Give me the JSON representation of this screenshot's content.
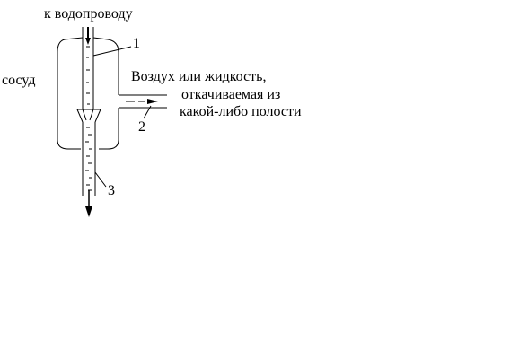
{
  "labels": {
    "top": "к водопроводу",
    "vessel": "сосуд",
    "medium_line1": "Воздух или жидкость,",
    "medium_line2": "откачиваемая из",
    "medium_line3": "какой-либо полости"
  },
  "callouts": {
    "one": "1",
    "two": "2",
    "three": "3"
  }
}
